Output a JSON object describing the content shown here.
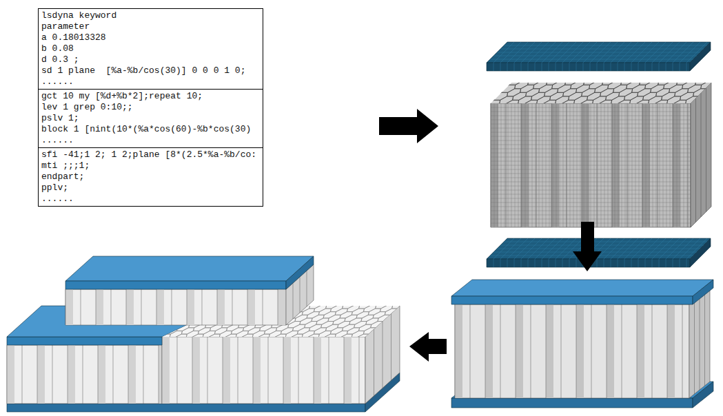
{
  "diagram": {
    "nodes": [
      {
        "text": [
          "lsdyna keyword",
          "parameter",
          "a 0.18013328",
          "b 0.08",
          "d 0.3 ;",
          "sd 1 plane  [%a-%b/cos(30)] 0 0 0 1 0;",
          "......"
        ]
      },
      {
        "text": [
          "gct 10 my [%d+%b*2];repeat 10;",
          "lev 1 grep 0:10;;",
          "pslv 1;",
          "block 1 [nint(10*(%a*cos(60)-%b*cos(30)",
          "......"
        ]
      },
      {
        "text": [
          "sfi -41;1 2; 1 2;plane [8*(2.5*%a-%b/co:",
          "mti ;;;1;",
          "endpart;",
          "pplv;",
          "......"
        ]
      }
    ]
  }
}
